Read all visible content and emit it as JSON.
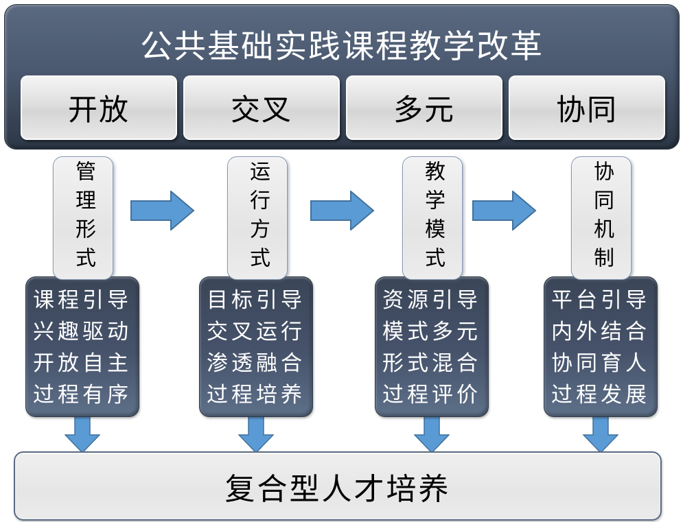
{
  "header": {
    "title": "公共基础实践课程教学改革",
    "features": [
      "开放",
      "交叉",
      "多元",
      "协同"
    ]
  },
  "columns": [
    {
      "label": "管理形式",
      "lines": [
        "课程引导",
        "兴趣驱动",
        "开放自主",
        "过程有序"
      ]
    },
    {
      "label": "运行方式",
      "lines": [
        "目标引导",
        "交叉运行",
        "渗透融合",
        "过程培养"
      ]
    },
    {
      "label": "教学模式",
      "lines": [
        "资源引导",
        "模式多元",
        "形式混合",
        "过程评价"
      ]
    },
    {
      "label": "协同机制",
      "lines": [
        "平台引导",
        "内外结合",
        "协同育人",
        "过程发展"
      ]
    }
  ],
  "footer": {
    "label": "复合型人才培养"
  },
  "icons": {
    "right_arrow": "right-arrow-icon",
    "down_arrow": "down-arrow-icon"
  },
  "colors": {
    "header_gradient_top": "#55647B",
    "header_gradient_bottom": "#2C3847",
    "dark_box_top": "#3A4557",
    "dark_box_bottom": "#5E7089",
    "light_box": "#E6E6E6",
    "arrow_fill": "#5B9BD5",
    "arrow_stroke": "#41719C",
    "text_light": "#FFFFFF",
    "text_dark": "#000000"
  }
}
